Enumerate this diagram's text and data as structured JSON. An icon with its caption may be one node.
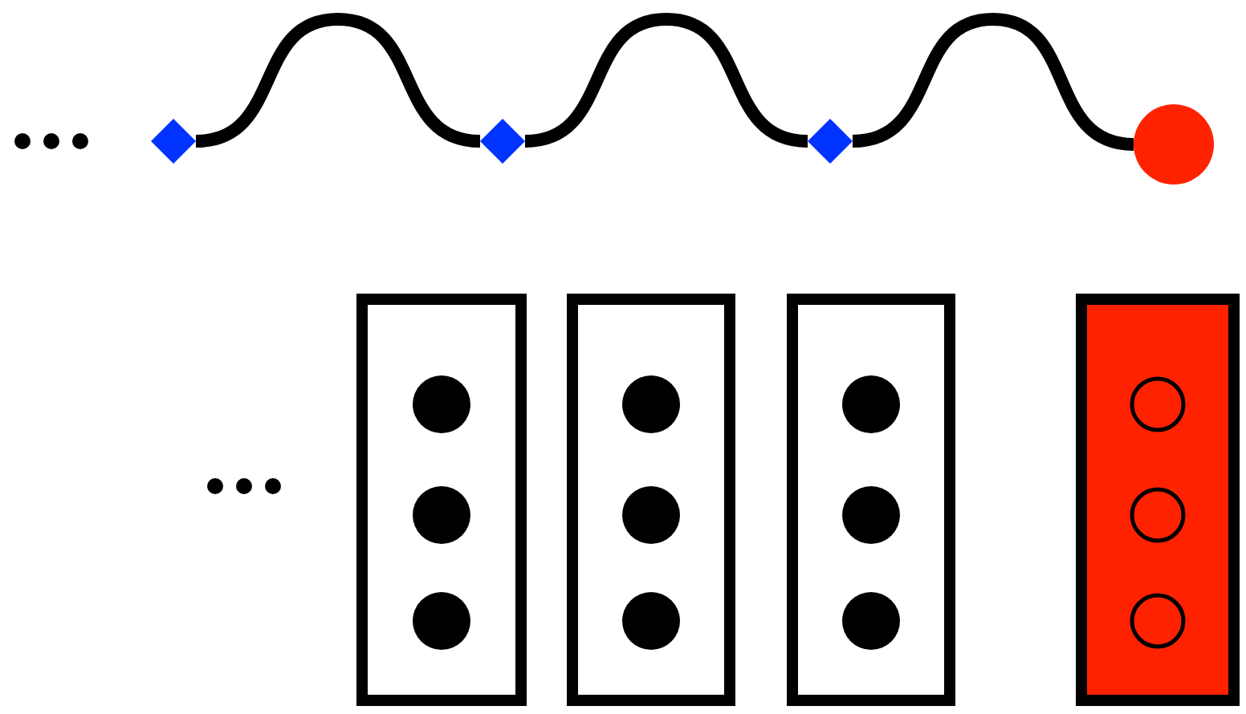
{
  "diagram": {
    "nodes": [
      {
        "text": [],
        "shape": "diamond"
      },
      {
        "text": [],
        "shape": "diamond"
      },
      {
        "text": [],
        "shape": "diamond"
      },
      {
        "text": [],
        "shape": "circle"
      },
      {
        "text": [],
        "shape": "box"
      },
      {
        "text": [],
        "shape": "box"
      },
      {
        "text": [],
        "shape": "box"
      },
      {
        "text": [],
        "shape": "box"
      }
    ],
    "edges": [
      {
        "from": 0,
        "to": 1,
        "arrow": "none"
      },
      {
        "from": 1,
        "to": 2,
        "arrow": "none"
      },
      {
        "from": 2,
        "to": 3,
        "arrow": "none"
      }
    ]
  }
}
